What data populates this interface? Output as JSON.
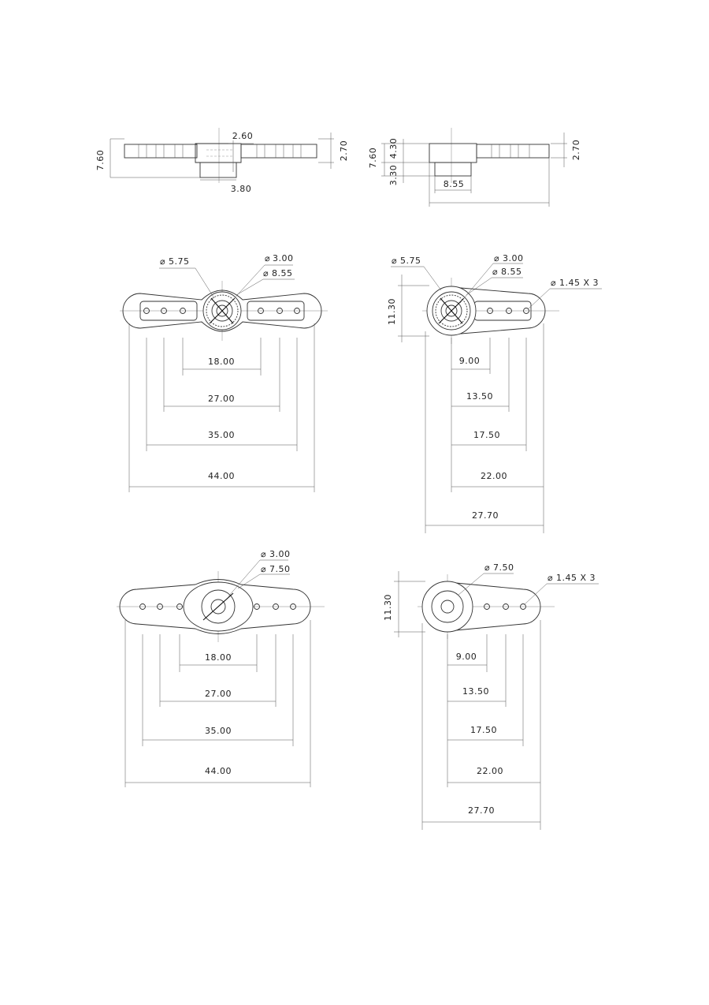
{
  "horns": {
    "side_view_double": {
      "height": "7.60",
      "top_step": "2.60",
      "boss": "3.80",
      "arm_thickness": "2.70"
    },
    "side_view_single": {
      "height": "7.60",
      "upper": "4.30",
      "lower": "3.30",
      "boss": "8.55",
      "arm_thickness": "2.70"
    },
    "double_arm_splined": {
      "dia_outer": "5.75",
      "dia_inner": "3.00",
      "dia_hub": "8.55",
      "spacings": [
        "18.00",
        "27.00",
        "35.00",
        "44.00"
      ]
    },
    "single_arm_splined": {
      "dia_outer": "5.75",
      "dia_inner": "3.00",
      "dia_hub": "8.55",
      "holes": "1.45 X 3",
      "width": "11.30",
      "spacings": [
        "9.00",
        "13.50",
        "17.50",
        "22.00",
        "27.70"
      ]
    },
    "double_arm_round": {
      "dia_inner": "3.00",
      "dia_hub": "7.50",
      "spacings": [
        "18.00",
        "27.00",
        "35.00",
        "44.00"
      ]
    },
    "single_arm_round": {
      "dia_hub": "7.50",
      "holes": "1.45 X 3",
      "width": "11.30",
      "spacings": [
        "9.00",
        "13.50",
        "17.50",
        "22.00",
        "27.70"
      ]
    }
  },
  "symbols": {
    "diameter": "⌀"
  }
}
